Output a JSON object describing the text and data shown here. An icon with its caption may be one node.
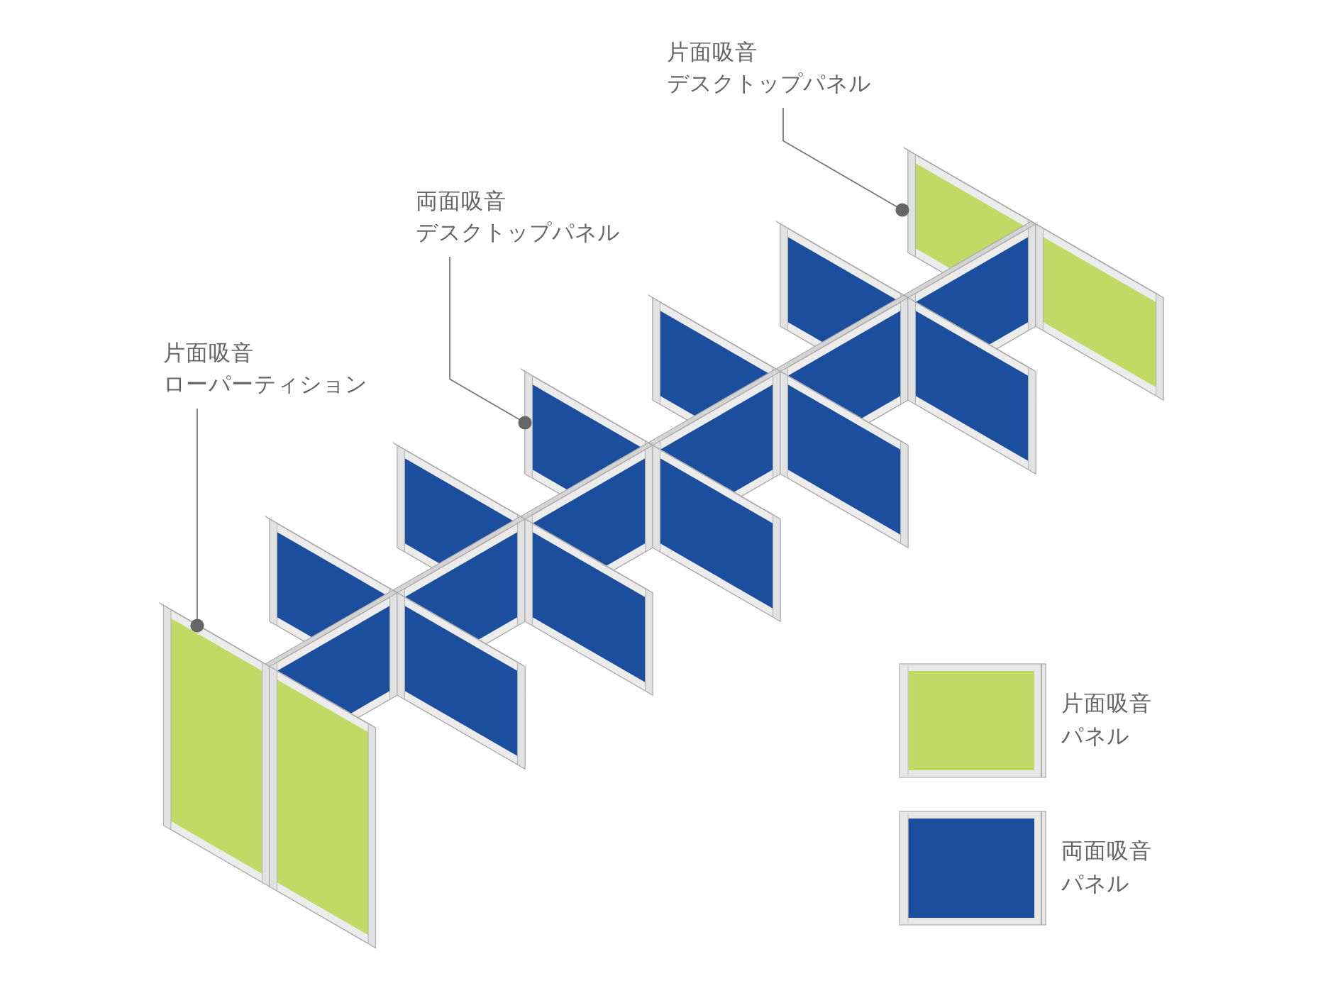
{
  "diagram": {
    "nodes": [
      {
        "text": [
          "片面吸音",
          "デスクトップパネル"
        ]
      },
      {
        "text": [
          "両面吸音",
          "デスクトップパネル"
        ]
      },
      {
        "text": [
          "片面吸音",
          "ローパーティション"
        ]
      },
      {
        "text": [],
        "shape": "picture"
      },
      {
        "text": [],
        "shape": "picture"
      },
      {
        "text": [],
        "shape": "picture"
      }
    ],
    "edges": [
      {
        "from": 0,
        "to": 3,
        "arrow": "other"
      },
      {
        "from": 1,
        "to": 4,
        "arrow": "other"
      },
      {
        "from": 2,
        "to": 5,
        "arrow": "other"
      }
    ],
    "legend": [
      {
        "text": "片面吸音パネル",
        "color": "#c3d966"
      },
      {
        "text": "両面吸音パネル",
        "color": "#1b4f9e"
      }
    ]
  }
}
